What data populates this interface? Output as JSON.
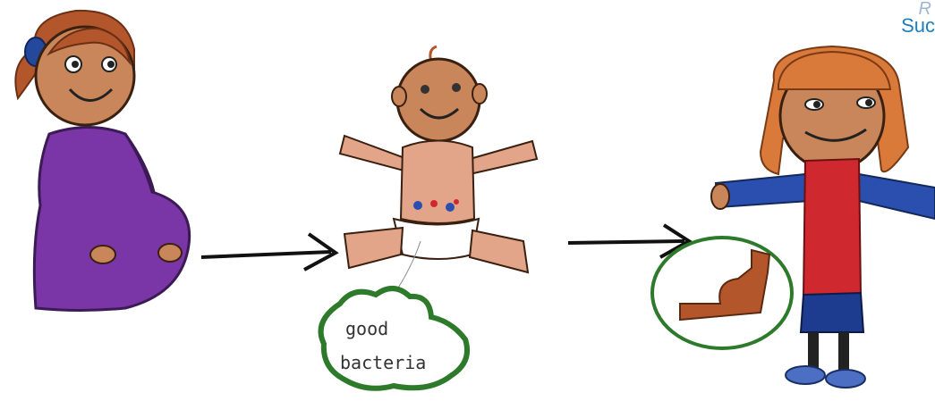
{
  "corner_text": {
    "line1": "R",
    "line2": "Suc"
  },
  "labels": {
    "bubble_line1": "good",
    "bubble_line2": "bacteria"
  },
  "colors": {
    "dress": "#7a35a6",
    "skin": "#c9865a",
    "hair": "#b4562b",
    "bubble_outline": "#2d7a2b",
    "shirt_blue": "#2a4fae",
    "shirt_red": "#d0282f",
    "arrow": "#111111"
  },
  "figures": [
    "pregnant-mother",
    "baby-in-diaper",
    "strong-child"
  ],
  "icons": [
    "arrow-right-icon",
    "arrow-right-icon",
    "flexed-arm-icon"
  ]
}
